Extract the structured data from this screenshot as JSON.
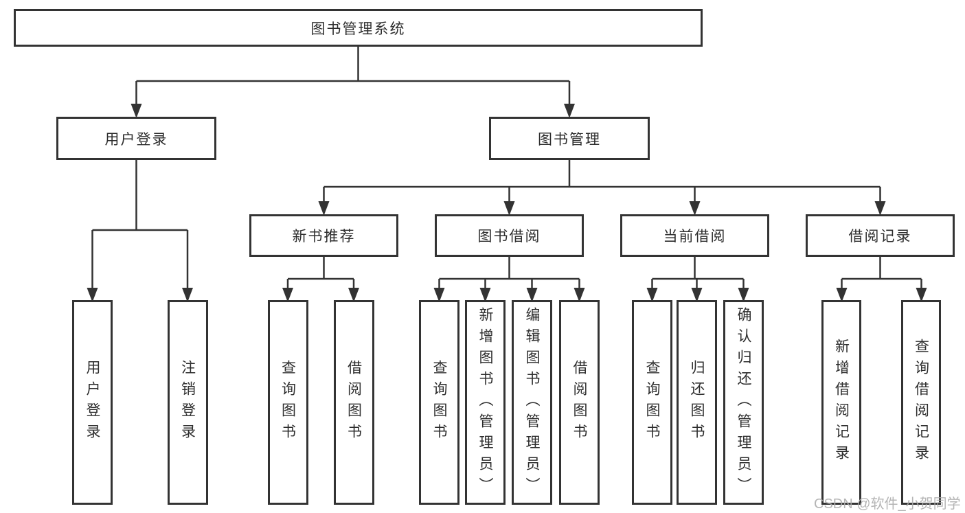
{
  "colors": {
    "line": "#333333",
    "border": "#333333",
    "text": "#2d2d2d",
    "watermark": "#adadad",
    "background": "#ffffff"
  },
  "nodes": {
    "root": {
      "label": "图书管理系统"
    },
    "level2": [
      {
        "label": "用户登录"
      },
      {
        "label": "图书管理"
      }
    ],
    "level3": [
      {
        "label": "新书推荐"
      },
      {
        "label": "图书借阅"
      },
      {
        "label": "当前借阅"
      },
      {
        "label": "借阅记录"
      }
    ],
    "leaves": [
      {
        "label": "用户登录"
      },
      {
        "label": "注销登录"
      },
      {
        "label": "查询图书"
      },
      {
        "label": "借阅图书"
      },
      {
        "label": "查询图书"
      },
      {
        "label": "新增图书（管理员）"
      },
      {
        "label": "编辑图书（管理员）"
      },
      {
        "label": "借阅图书"
      },
      {
        "label": "查询图书"
      },
      {
        "label": "归还图书"
      },
      {
        "label": "确认归还（管理员）"
      },
      {
        "label": "新增借阅记录"
      },
      {
        "label": "查询借阅记录"
      }
    ]
  },
  "watermark": {
    "text": "CSDN @软件_小贺同学"
  }
}
